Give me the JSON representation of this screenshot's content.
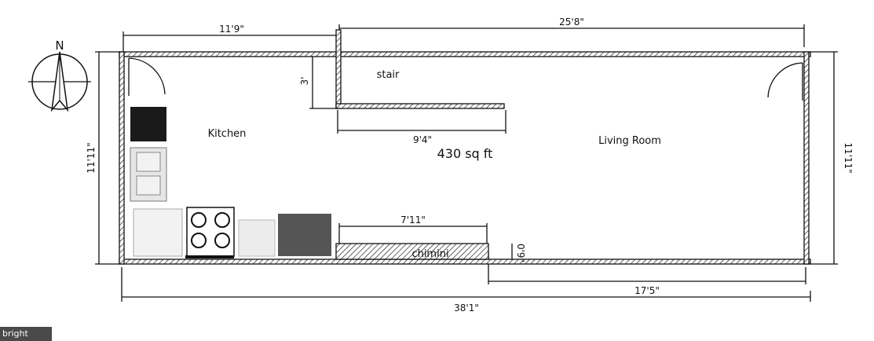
{
  "compass": {
    "north_label": "N"
  },
  "dimensions": {
    "top_left": "11'9\"",
    "top_right": "25'8\"",
    "stair_height": "3'",
    "stair_width": "9'4\"",
    "left_height": "11'11\"",
    "right_height": "11'11\"",
    "chimney_width": "7'11\"",
    "chimney_depth": "0'9\"",
    "lower_right": "17'5\"",
    "bottom_total": "38'1\""
  },
  "rooms": {
    "stair": "stair",
    "kitchen": "Kitchen",
    "living_room": "Living Room",
    "chimney": "chimini"
  },
  "area": "430 sq ft",
  "watermark": "bright"
}
